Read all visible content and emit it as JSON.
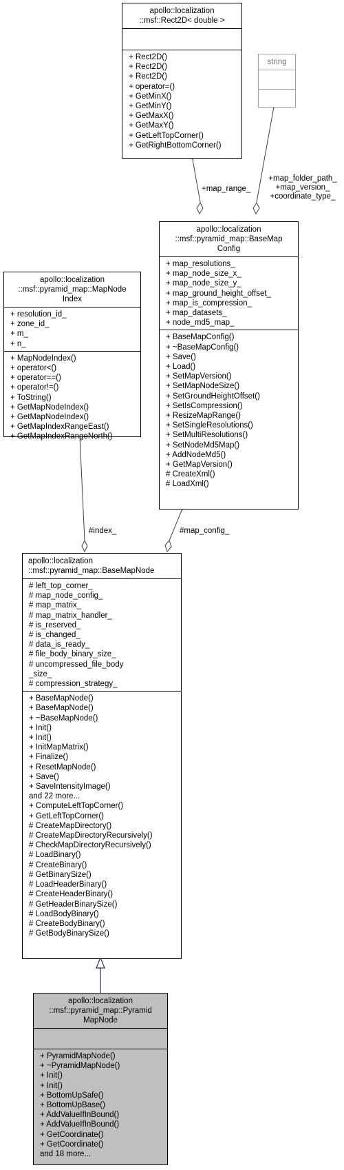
{
  "rect2d": {
    "title": [
      "apollo::localization",
      "::msf::Rect2D< double >"
    ],
    "attributes": [],
    "methods": [
      "+ Rect2D()",
      "+ Rect2D()",
      "+ Rect2D()",
      "+ operator=()",
      "+ GetMinX()",
      "+ GetMinY()",
      "+ GetMaxX()",
      "+ GetMaxY()",
      "+ GetLeftTopCorner()",
      "+ GetRightBottomCorner()"
    ]
  },
  "string_box": {
    "title": [
      "string"
    ]
  },
  "base_map_config": {
    "title": [
      "apollo::localization",
      "::msf::pyramid_map::BaseMap",
      "Config"
    ],
    "attributes": [
      "+ map_resolutions_",
      "+ map_node_size_x_",
      "+ map_node_size_y_",
      "+ map_ground_height_offset_",
      "+ map_is_compression_",
      "+ map_datasets_",
      "+ node_md5_map_"
    ],
    "methods": [
      "+ BaseMapConfig()",
      "+ ~BaseMapConfig()",
      "+ Save()",
      "+ Load()",
      "+ SetMapVersion()",
      "+ SetMapNodeSize()",
      "+ SetGroundHeightOffset()",
      "+ SetIsCompression()",
      "+ ResizeMapRange()",
      "+ SetSingleResolutions()",
      "+ SetMultiResolutions()",
      "+ SetNodeMd5Map()",
      "+ AddNodeMd5()",
      "+ GetMapVersion()",
      "# CreateXml()",
      "# LoadXml()"
    ]
  },
  "map_node_index": {
    "title": [
      "apollo::localization",
      "::msf::pyramid_map::MapNode",
      "Index"
    ],
    "attributes": [
      "+ resolution_id_",
      "+ zone_id_",
      "+ m_",
      "+ n_"
    ],
    "methods": [
      "+ MapNodeIndex()",
      "+ operator<()",
      "+ operator==()",
      "+ operator!=()",
      "+ ToString()",
      "+ GetMapNodeIndex()",
      "+ GetMapNodeIndex()",
      "+ GetMapIndexRangeEast()",
      "+ GetMapIndexRangeNorth()"
    ]
  },
  "base_map_node": {
    "title": [
      "apollo::localization",
      "::msf::pyramid_map::BaseMapNode"
    ],
    "attributes": [
      "# left_top_corner_",
      "# map_node_config_",
      "# map_matrix_",
      "# map_matrix_handler_",
      "# is_reserved_",
      "# is_changed_",
      "# data_is_ready_",
      "# file_body_binary_size_",
      "# uncompressed_file_body",
      "_size_",
      "# compression_strategy_"
    ],
    "methods": [
      "+ BaseMapNode()",
      "+ BaseMapNode()",
      "+ ~BaseMapNode()",
      "+ Init()",
      "+ Init()",
      "+ InitMapMatrix()",
      "+ Finalize()",
      "+ ResetMapNode()",
      "+ Save()",
      "+ SaveIntensityImage()",
      "and 22 more...",
      "+ ComputeLeftTopCorner()",
      "+ GetLeftTopCorner()",
      "# CreateMapDirectory()",
      "# CreateMapDirectoryRecursively()",
      "# CheckMapDirectoryRecursively()",
      "# LoadBinary()",
      "# CreateBinary()",
      "# GetBinarySize()",
      "# LoadHeaderBinary()",
      "# CreateHeaderBinary()",
      "# GetHeaderBinarySize()",
      "# LoadBodyBinary()",
      "# CreateBodyBinary()",
      "# GetBodyBinarySize()"
    ]
  },
  "pyramid_map_node": {
    "title": [
      "apollo::localization",
      "::msf::pyramid_map::Pyramid",
      "MapNode"
    ],
    "attributes": [],
    "methods": [
      "+ PyramidMapNode()",
      "+ ~PyramidMapNode()",
      "+ Init()",
      "+ Init()",
      "+ BottomUpSafe()",
      "+ BottomUpBase()",
      "+ AddValueIfInBound()",
      "+ AddValueIfInBound()",
      "+ GetCoordinate()",
      "+ GetCoordinate()",
      "and 18 more..."
    ]
  },
  "edge_labels": {
    "map_range": "+map_range_",
    "config_members": [
      "+map_folder_path_",
      "+map_version_",
      "+coordinate_type_"
    ],
    "index": "#index_",
    "map_config": "#map_config_"
  },
  "colors": {
    "inheritance_edge": "#1a2a8c",
    "highlight_fill": "#bfbfbf",
    "external_border": "#a0a0a0"
  }
}
